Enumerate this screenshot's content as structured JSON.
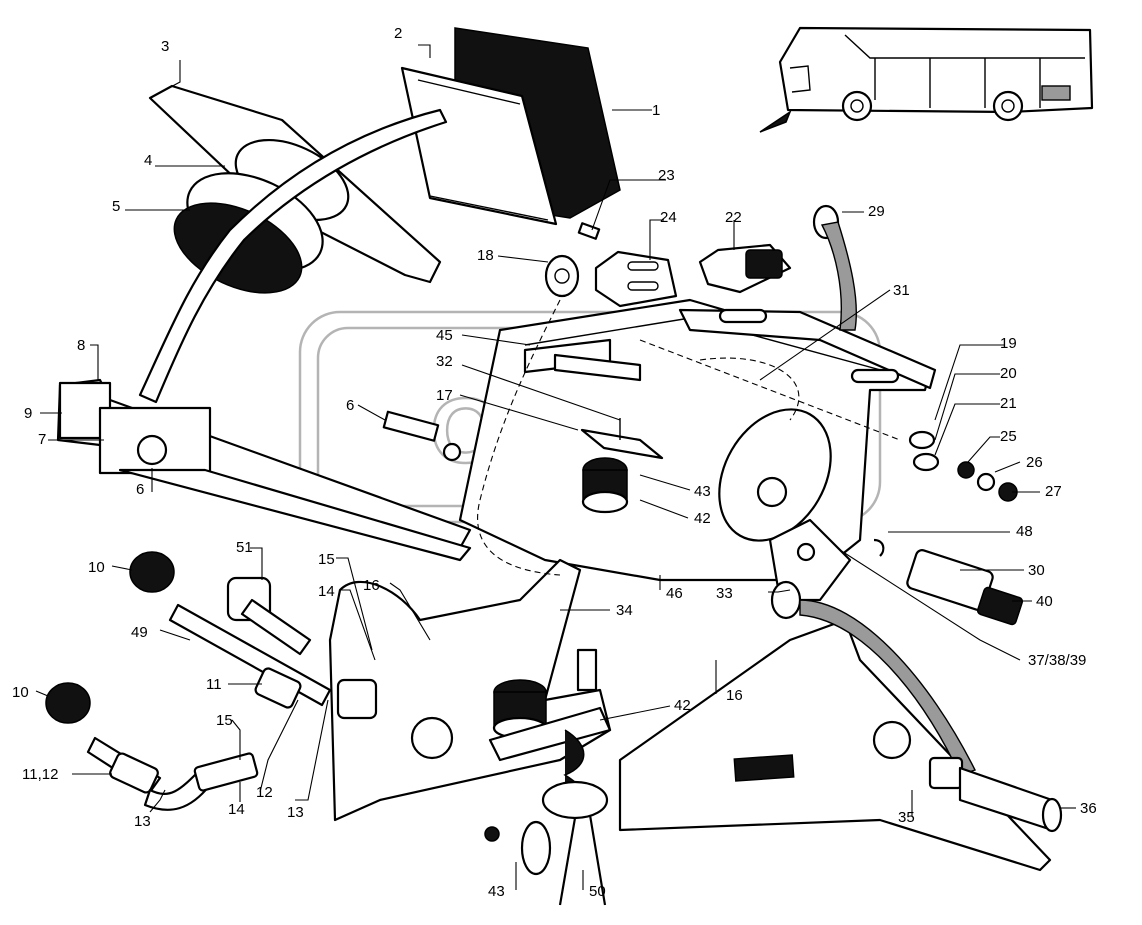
{
  "diagram": {
    "watermark_text": "OPEX",
    "callouts": [
      {
        "id": "c1",
        "text": "1"
      },
      {
        "id": "c2",
        "text": "2"
      },
      {
        "id": "c3",
        "text": "3"
      },
      {
        "id": "c4",
        "text": "4"
      },
      {
        "id": "c5",
        "text": "5"
      },
      {
        "id": "c8",
        "text": "8"
      },
      {
        "id": "c9",
        "text": "9"
      },
      {
        "id": "c7",
        "text": "7"
      },
      {
        "id": "c6a",
        "text": "6"
      },
      {
        "id": "c6b",
        "text": "6"
      },
      {
        "id": "c23",
        "text": "23"
      },
      {
        "id": "c24",
        "text": "24"
      },
      {
        "id": "c22",
        "text": "22"
      },
      {
        "id": "c29",
        "text": "29"
      },
      {
        "id": "c18",
        "text": "18"
      },
      {
        "id": "c31",
        "text": "31"
      },
      {
        "id": "c45",
        "text": "45"
      },
      {
        "id": "c32",
        "text": "32"
      },
      {
        "id": "c17",
        "text": "17"
      },
      {
        "id": "c19",
        "text": "19"
      },
      {
        "id": "c20",
        "text": "20"
      },
      {
        "id": "c21",
        "text": "21"
      },
      {
        "id": "c25",
        "text": "25"
      },
      {
        "id": "c26",
        "text": "26"
      },
      {
        "id": "c27",
        "text": "27"
      },
      {
        "id": "c43a",
        "text": "43"
      },
      {
        "id": "c42a",
        "text": "42"
      },
      {
        "id": "c48",
        "text": "48"
      },
      {
        "id": "c51",
        "text": "51"
      },
      {
        "id": "c15a",
        "text": "15"
      },
      {
        "id": "c10a",
        "text": "10"
      },
      {
        "id": "c14a",
        "text": "14"
      },
      {
        "id": "c16a",
        "text": "16"
      },
      {
        "id": "c46",
        "text": "46"
      },
      {
        "id": "c33",
        "text": "33"
      },
      {
        "id": "c30",
        "text": "30"
      },
      {
        "id": "c40",
        "text": "40"
      },
      {
        "id": "c34",
        "text": "34"
      },
      {
        "id": "c49",
        "text": "49"
      },
      {
        "id": "c37",
        "text": "37/38/39"
      },
      {
        "id": "c10b",
        "text": "10"
      },
      {
        "id": "c11a",
        "text": "11"
      },
      {
        "id": "c16b",
        "text": "16"
      },
      {
        "id": "c42b",
        "text": "42"
      },
      {
        "id": "c15b",
        "text": "15"
      },
      {
        "id": "c11b",
        "text": "11,12"
      },
      {
        "id": "c12",
        "text": "12"
      },
      {
        "id": "c13a",
        "text": "13"
      },
      {
        "id": "c13b",
        "text": "13"
      },
      {
        "id": "c14b",
        "text": "14"
      },
      {
        "id": "c35",
        "text": "35"
      },
      {
        "id": "c36",
        "text": "36"
      },
      {
        "id": "c43b",
        "text": "43"
      },
      {
        "id": "c50",
        "text": "50"
      }
    ]
  }
}
